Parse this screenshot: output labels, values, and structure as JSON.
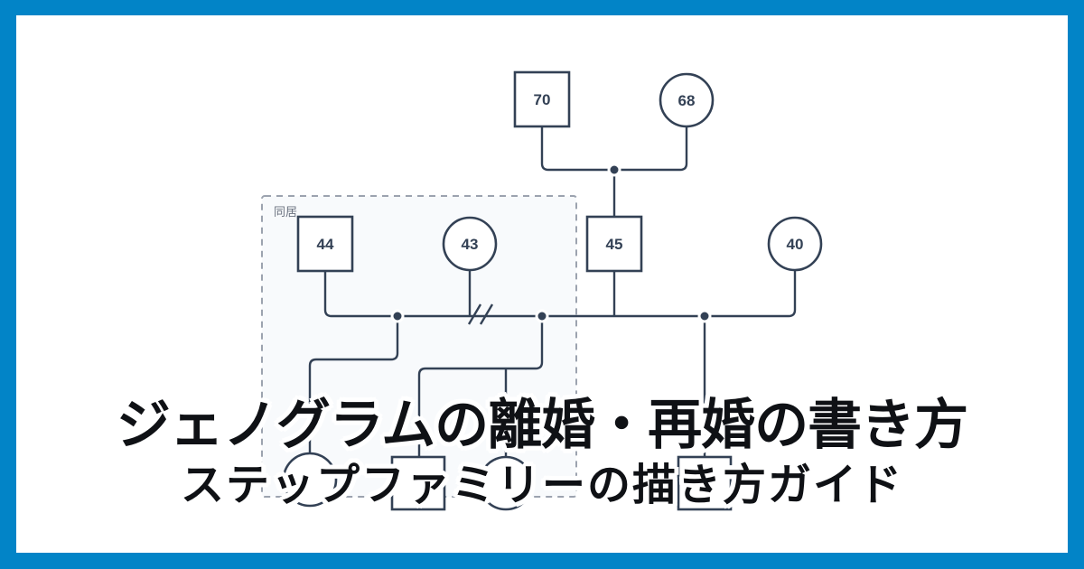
{
  "title": {
    "main": "ジェノグラムの離婚・再婚の書き方",
    "sub": "ステップファミリーの描き方ガイド"
  },
  "colors": {
    "frame": "#0284c7",
    "panel": "#ffffff",
    "line": "#334155",
    "dashed_border": "#9ca3af",
    "cohab_fill": "#f8fafc",
    "label_gray": "#6b7280",
    "title_text": "#0f1115"
  },
  "diagram": {
    "cohabitation_label": "同居",
    "persons": [
      {
        "shape": "square",
        "age": "70"
      },
      {
        "shape": "circle",
        "age": "68"
      },
      {
        "shape": "square",
        "age": "44"
      },
      {
        "shape": "circle",
        "age": "43"
      },
      {
        "shape": "square",
        "age": "45"
      },
      {
        "shape": "circle",
        "age": "40"
      }
    ]
  }
}
